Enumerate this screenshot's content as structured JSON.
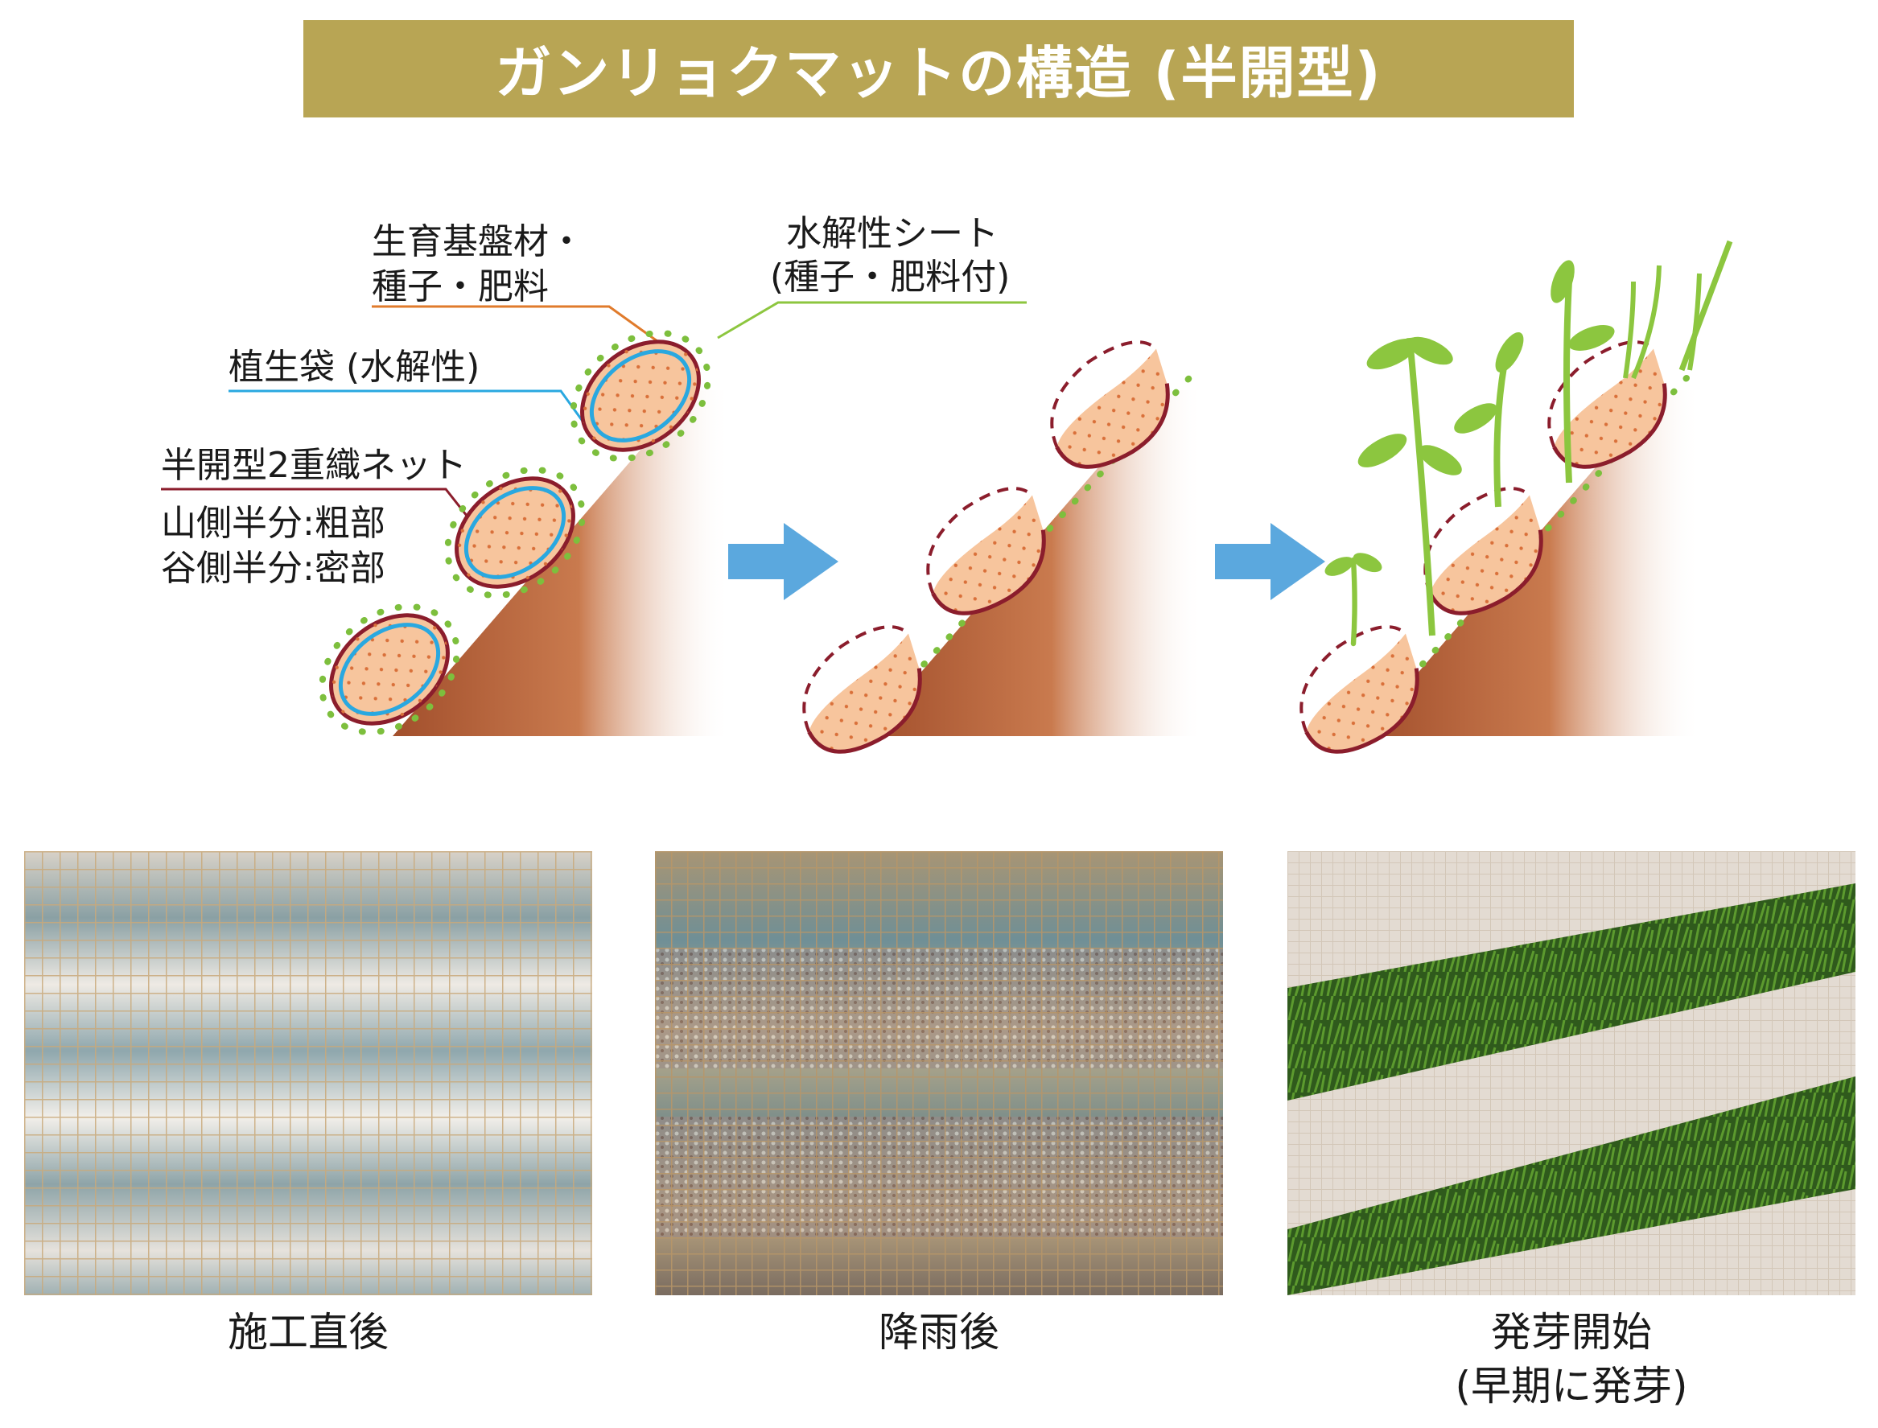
{
  "title": "ガンリョクマットの構造 (半開型)",
  "diagram": {
    "labels": {
      "substrate_line1": "生育基盤材・",
      "substrate_line2": "種子・肥料",
      "sheet_line1": "水解性シート",
      "sheet_line2": "(種子・肥料付)",
      "bag": "植生袋 (水解性)",
      "net": "半開型2重織ネット",
      "net_detail1": "山側半分:粗部",
      "net_detail2": "谷側半分:密部"
    },
    "colors": {
      "substrate_leader": "#e07b2c",
      "sheet_leader": "#8dc63f",
      "bag_outline": "#29a8e0",
      "net_outline": "#8b1d2c",
      "fill": "#f7c59d",
      "slope": "#b8623a",
      "arrow": "#5ba8de",
      "plant": "#8cc63f"
    },
    "arrows": [
      "arrow-right-icon",
      "arrow-right-icon"
    ]
  },
  "photos": [
    {
      "caption_line1": "施工直後",
      "caption_line2": ""
    },
    {
      "caption_line1": "降雨後",
      "caption_line2": ""
    },
    {
      "caption_line1": "発芽開始",
      "caption_line2": "(早期に発芽)"
    }
  ]
}
